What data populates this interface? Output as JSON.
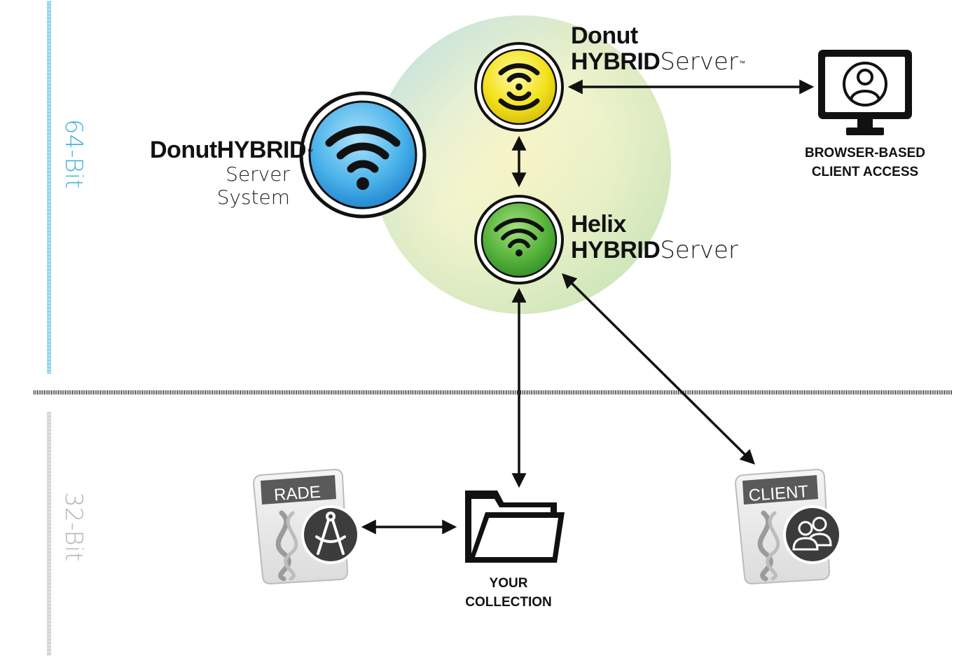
{
  "bit_labels": {
    "upper": "64-Bit",
    "lower": "32-Bit"
  },
  "system": {
    "name_bold": "DonutHYBRID",
    "tm": "™",
    "subtitle": "Server System"
  },
  "donut_server": {
    "line1": "Donut",
    "bold": "HYBRID",
    "light": "Server",
    "tm": "™"
  },
  "helix_server": {
    "line1": "Helix",
    "bold": "HYBRID",
    "light": "Server"
  },
  "browser": {
    "line1": "BROWSER-BASED",
    "line2": "CLIENT ACCESS"
  },
  "collection": {
    "line1": "YOUR",
    "line2": "COLLECTION"
  },
  "rade": {
    "label": "RADE"
  },
  "client": {
    "label": "CLIENT"
  },
  "colors": {
    "upper_rule": "#42b4df",
    "lower_rule": "#b5b5b5",
    "blue": "#3aa9e8",
    "yellow": "#f2e21e",
    "green": "#53b23a"
  }
}
